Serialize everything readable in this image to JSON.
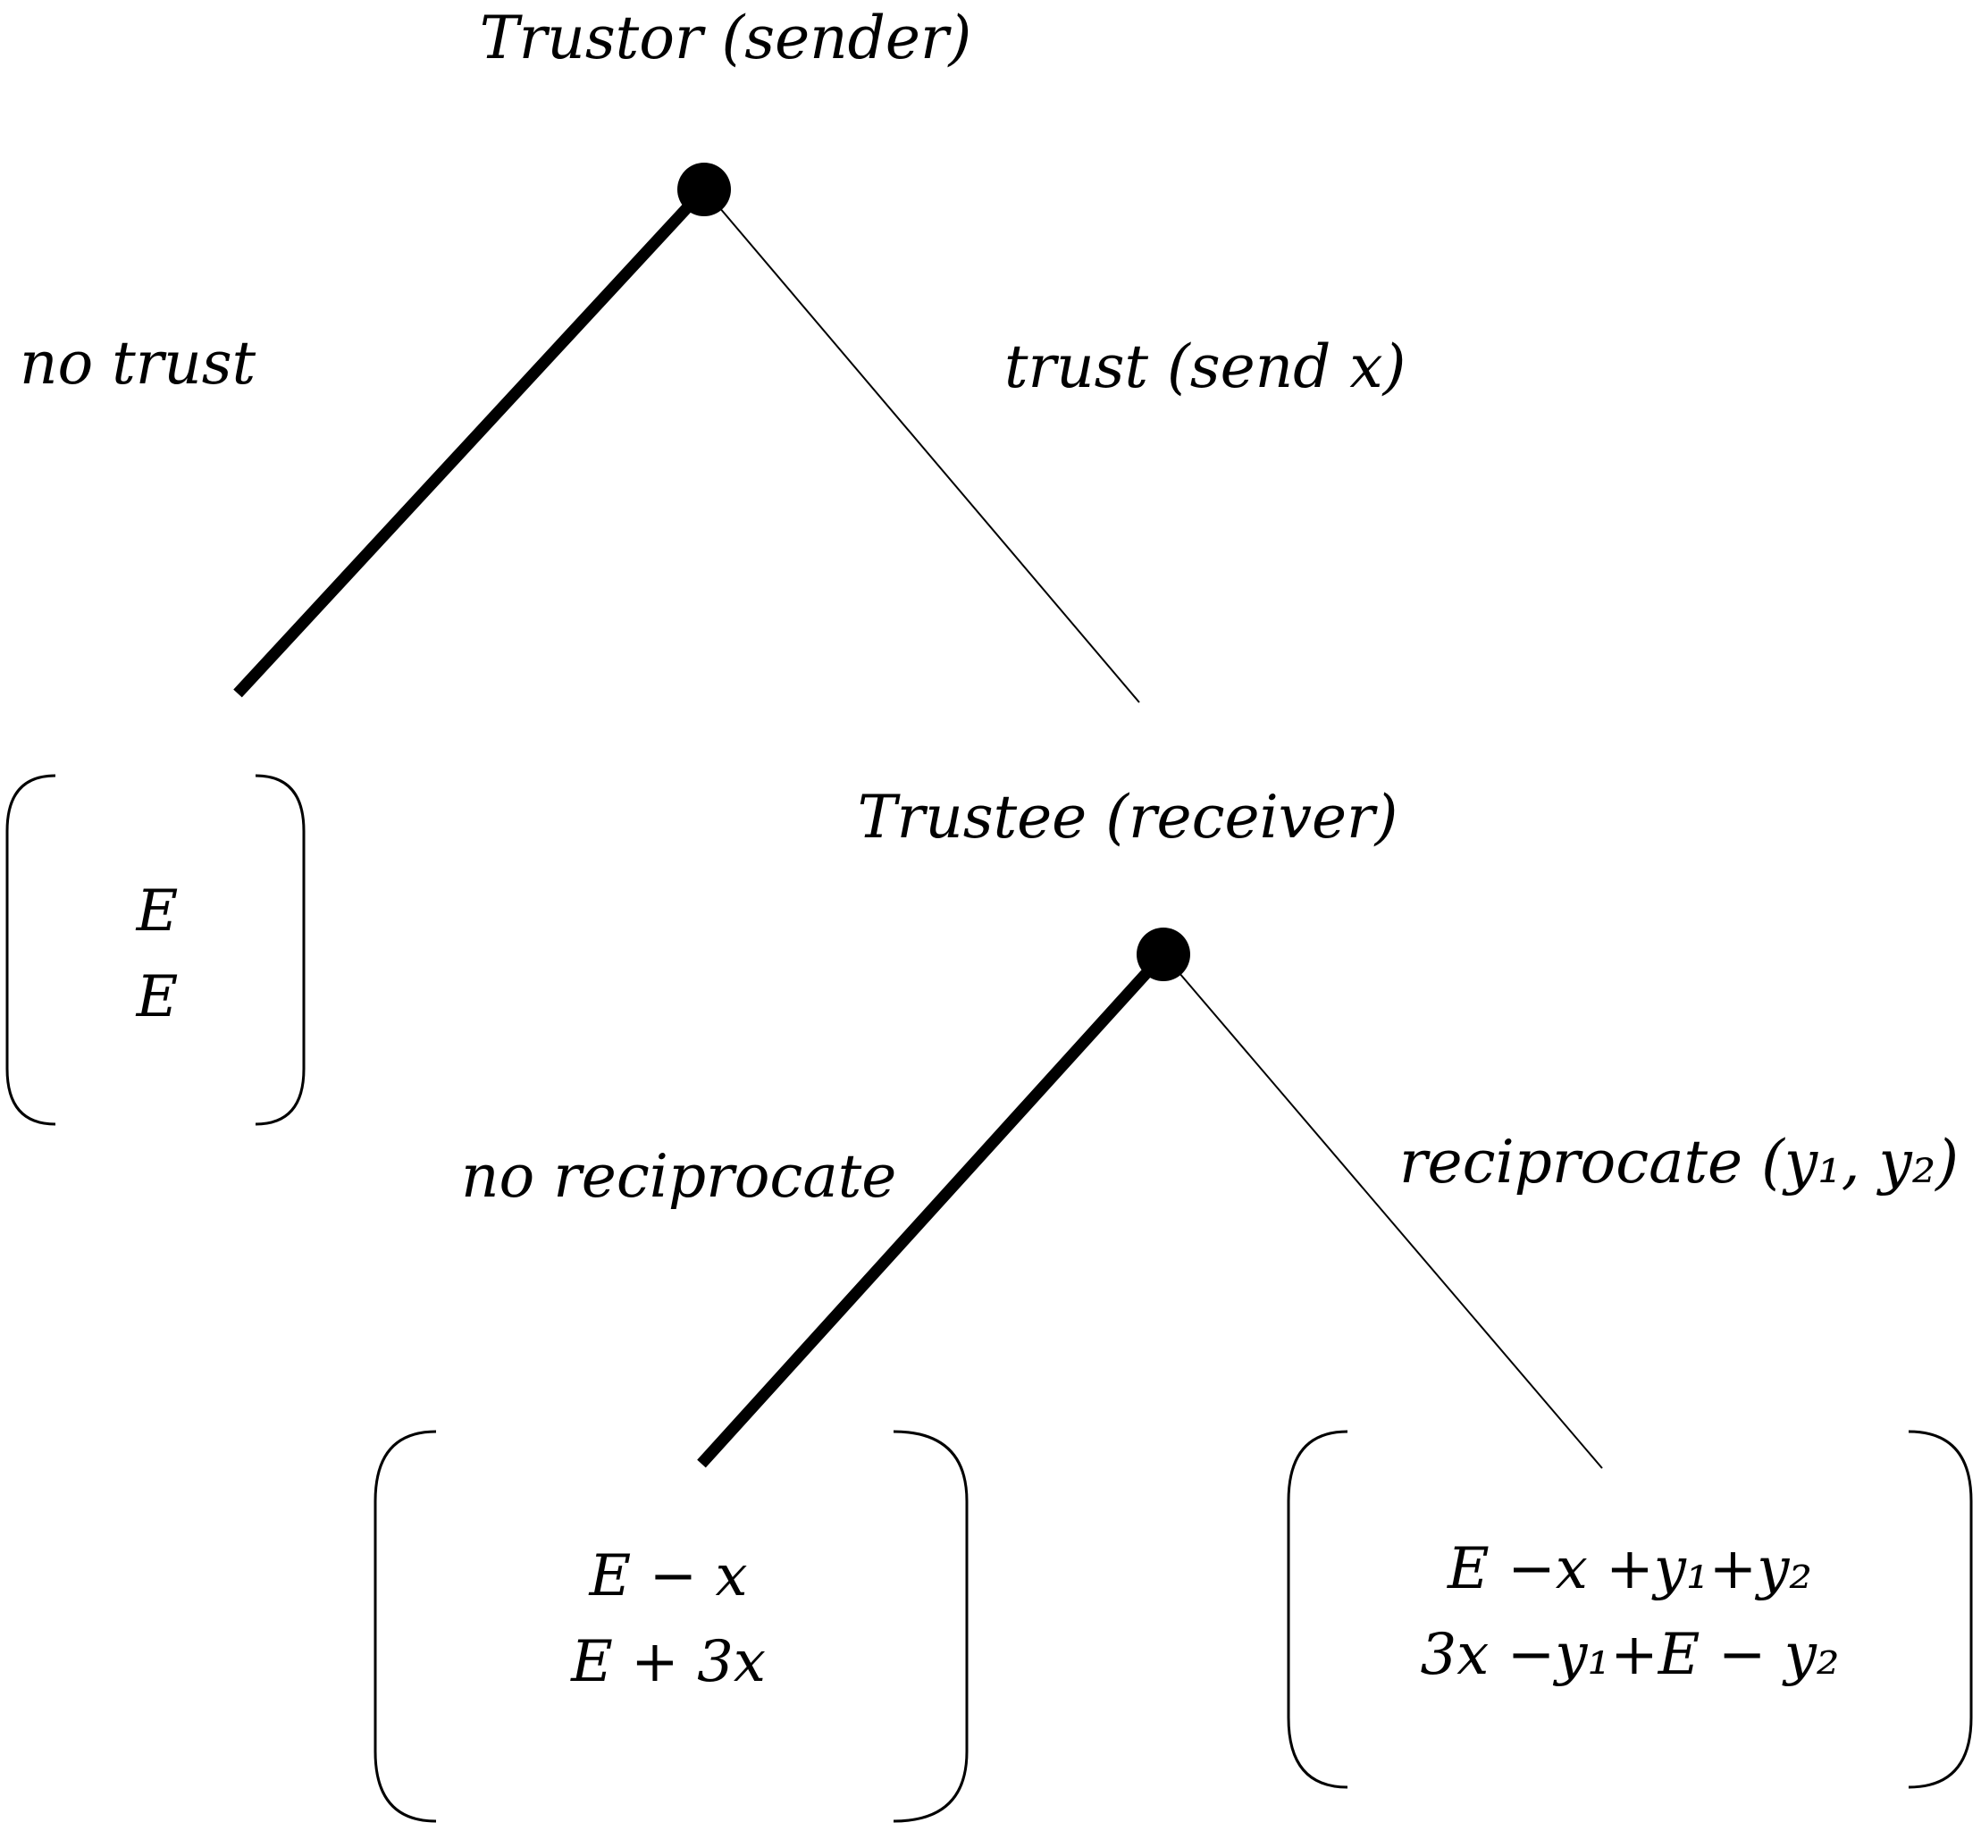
{
  "players": {
    "trustor": "Trustor (sender)",
    "trustee": "Trustee (receiver)"
  },
  "actions": {
    "no_trust": "no trust",
    "trust": "trust (send x)",
    "no_reciprocate": "no reciprocate",
    "reciprocate": "reciprocate (y₁, y₂)"
  },
  "payoffs": {
    "no_trust": {
      "trustor": "E",
      "trustee": "E"
    },
    "no_reciprocate": {
      "trustor": "E − x",
      "trustee": "E + 3x"
    },
    "reciprocate": {
      "trustor": "E −x +y₁+y₂",
      "trustee": "3x −y₁+E − y₂"
    }
  }
}
